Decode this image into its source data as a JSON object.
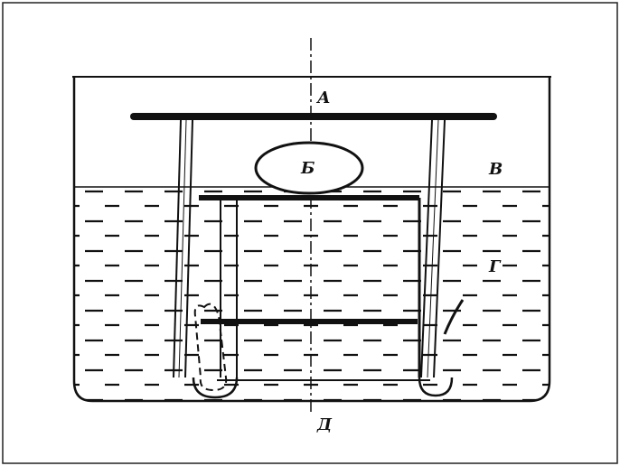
{
  "labels": {
    "a": "А",
    "b": "Б",
    "v": "В",
    "g": "Г",
    "d": "Д"
  },
  "colors": {
    "ink": "#111111",
    "background": "#ffffff"
  }
}
